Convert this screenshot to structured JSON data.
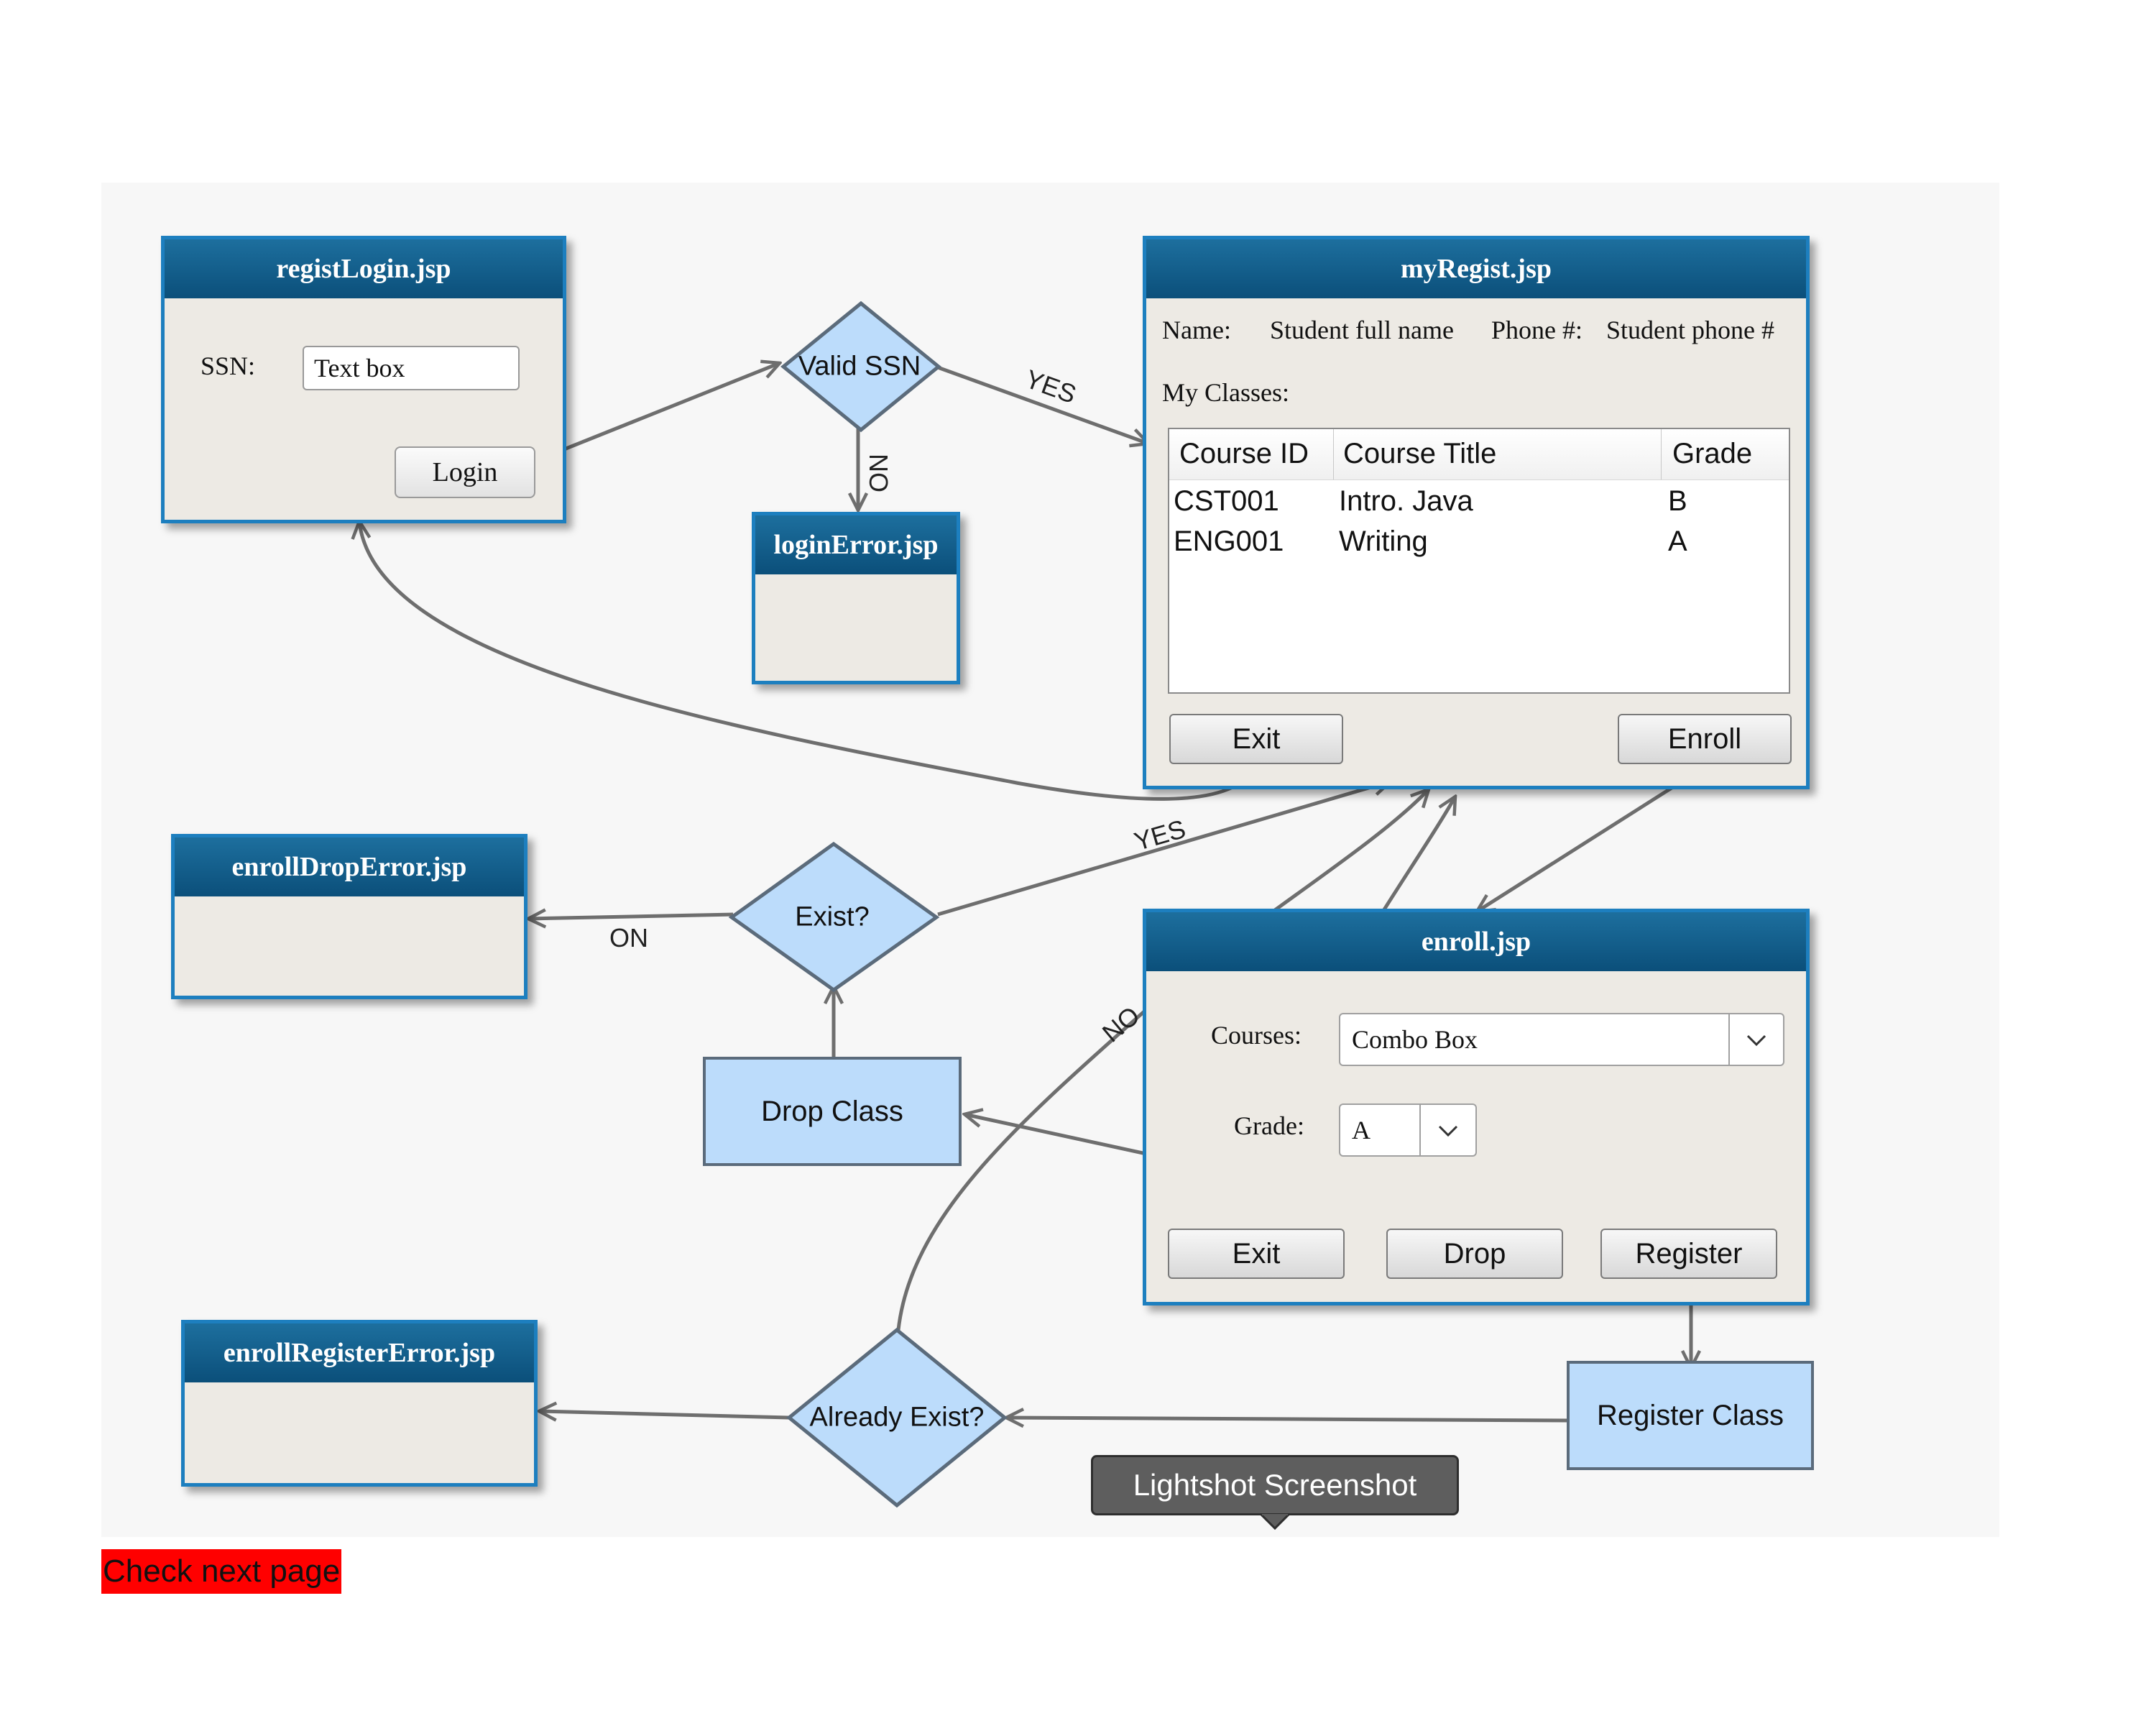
{
  "registLogin": {
    "title": "registLogin.jsp",
    "ssn_label": "SSN:",
    "ssn_value": "Text box",
    "login_label": "Login"
  },
  "validSSN": {
    "label": "Valid SSN"
  },
  "loginError": {
    "title": "loginError.jsp"
  },
  "myRegist": {
    "title": "myRegist.jsp",
    "name_label": "Name:",
    "name_value": "Student full name",
    "phone_label": "Phone #:",
    "phone_value": "Student phone #",
    "classes_label": "My Classes:",
    "columns": [
      "Course ID",
      "Course Title",
      "Grade"
    ],
    "rows": [
      [
        "CST001",
        "Intro. Java",
        "B"
      ],
      [
        "ENG001",
        "Writing",
        "A"
      ]
    ],
    "exit_label": "Exit",
    "enroll_label": "Enroll"
  },
  "enrollDropError": {
    "title": "enrollDropError.jsp"
  },
  "exist": {
    "label": "Exist?"
  },
  "dropClass": {
    "label": "Drop Class"
  },
  "enroll": {
    "title": "enroll.jsp",
    "courses_label": "Courses:",
    "courses_value": "Combo Box",
    "grade_label": "Grade:",
    "grade_value": "A",
    "exit_label": "Exit",
    "drop_label": "Drop",
    "register_label": "Register"
  },
  "enrollRegisterError": {
    "title": "enrollRegisterError.jsp"
  },
  "alreadyExist": {
    "label": "Already Exist?"
  },
  "registerClass": {
    "label": "Register Class"
  },
  "edges": {
    "yes1": "YES",
    "no1": "NO",
    "yes2": "YES",
    "no2": "ON",
    "no3": "NO"
  },
  "tooltip": "Lightshot Screenshot",
  "note": "Check next page",
  "colors": {
    "window_border": "#1d7fbf",
    "title_bar": "#0b4f7a",
    "decision_fill": "#bcdcfb",
    "note_background": "#ff0000"
  }
}
